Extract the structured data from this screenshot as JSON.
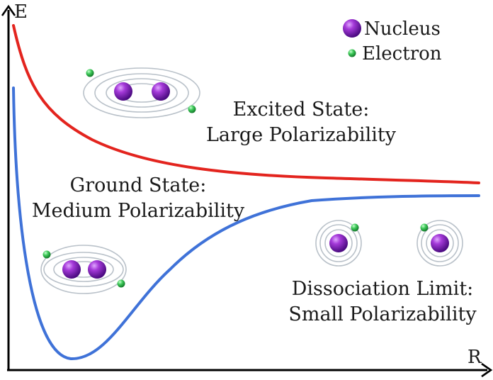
{
  "axes": {
    "y_label": "E",
    "x_label": "R"
  },
  "legend": {
    "nucleus_label": "Nucleus",
    "electron_label": "Electron"
  },
  "labels": {
    "excited_line1": "Excited State:",
    "excited_line2": "Large Polarizability",
    "ground_line1": "Ground State:",
    "ground_line2": "Medium Polarizability",
    "dissociation_line1": "Dissociation Limit:",
    "dissociation_line2": "Small Polarizability"
  },
  "colors": {
    "excited_curve": "#e3241e",
    "ground_curve": "#3f72d8",
    "nucleus": "#8a2bc4",
    "electron": "#3fca5a",
    "orbit": "#b9c1c9",
    "axis": "#000000"
  },
  "icons": {
    "nucleus": "purple-sphere",
    "electron": "green-sphere"
  }
}
